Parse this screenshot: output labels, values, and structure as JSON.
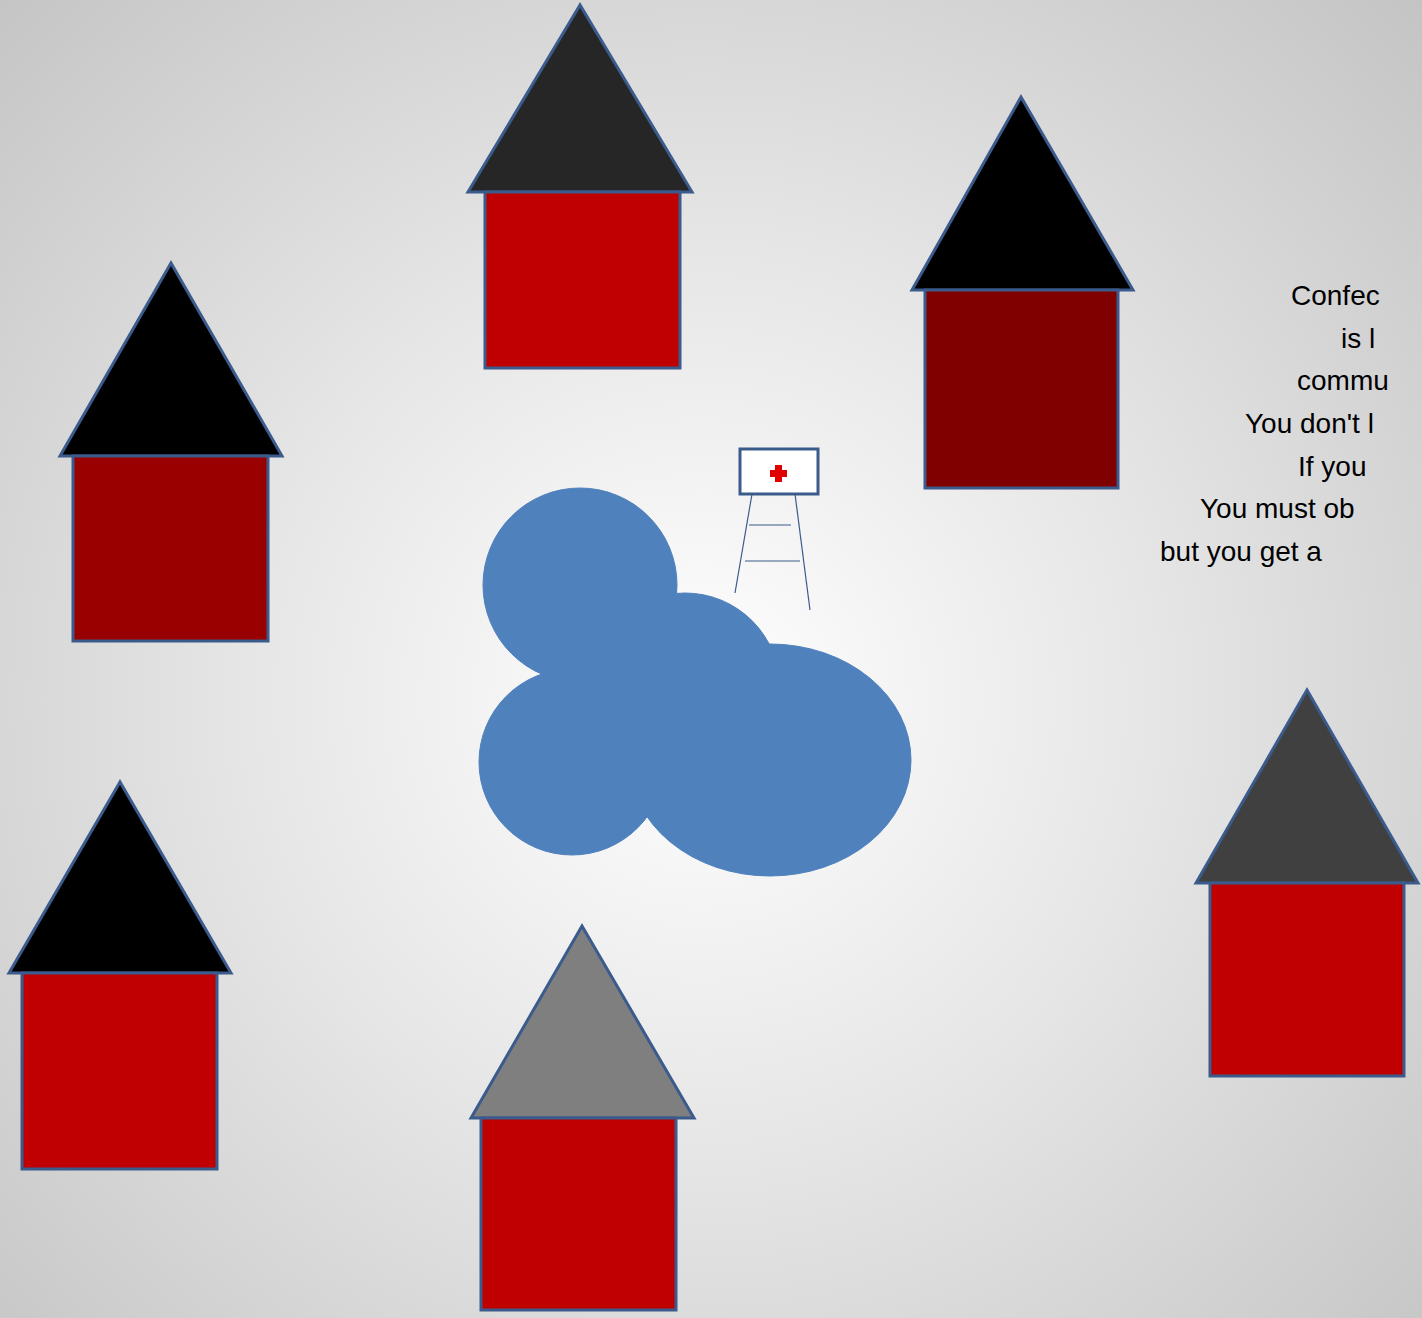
{
  "diagram": {
    "labels": [
      "Confec",
      "is l",
      "commu",
      "You don't l",
      "If you",
      "You must ob",
      "but you get a"
    ]
  }
}
